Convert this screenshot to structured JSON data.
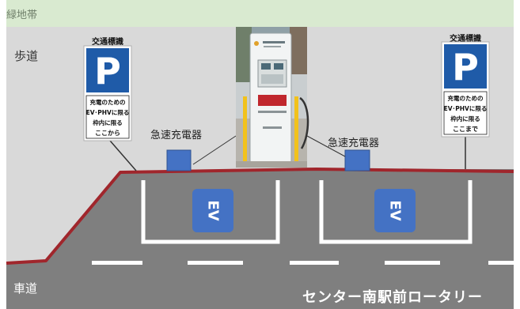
{
  "labels": {
    "green_belt": "緑地帯",
    "sidewalk": "歩道",
    "road": "車道",
    "rotary": "センター南駅前ロータリー",
    "charger_left": "急速充電器",
    "charger_right": "急速充電器"
  },
  "signs": {
    "left": {
      "title": "交通標識",
      "letter": "P",
      "lines": [
        "充電のための",
        "EV･PHVに限る",
        "枠内に限る",
        "ここから"
      ]
    },
    "right": {
      "title": "交通標識",
      "letter": "P",
      "lines": [
        "充電のための",
        "EV･PHVに限る",
        "枠内に限る",
        "ここまで"
      ]
    }
  },
  "spaces": [
    {
      "marking": "EV"
    },
    {
      "marking": "EV"
    }
  ],
  "colors": {
    "green_belt": "#d9ead0",
    "sidewalk": "#d9d9d9",
    "road": "#7f7f7f",
    "curb": "#a0262c",
    "sign_blue": "#1f5ba8",
    "charger_box": "#4472c4"
  },
  "icons": {
    "charger_photo": "ev-fast-charger-photo",
    "parking_sign": "parking-sign-icon"
  }
}
